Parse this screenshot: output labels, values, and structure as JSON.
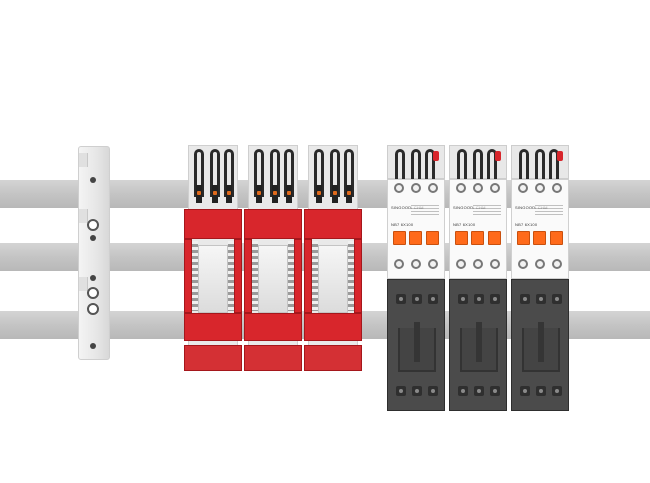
{
  "scene": {
    "description_free": true,
    "breakers": [
      {
        "brand": "SINGOODI CHM",
        "model": "NB7 6X100"
      },
      {
        "brand": "SINGOODI CHM",
        "model": "NB7 6X100"
      },
      {
        "brand": "SINGOODI CHM",
        "model": "NB7 6X100"
      }
    ],
    "colors": {
      "rail": "#c4c4c4",
      "adapter_red": "#d8262c",
      "toggle_orange": "#ff6a1a",
      "base_dark": "#4b4b4b"
    },
    "counts": {
      "rails": 3,
      "red_adapters": 3,
      "breaker_modules": 3
    }
  }
}
